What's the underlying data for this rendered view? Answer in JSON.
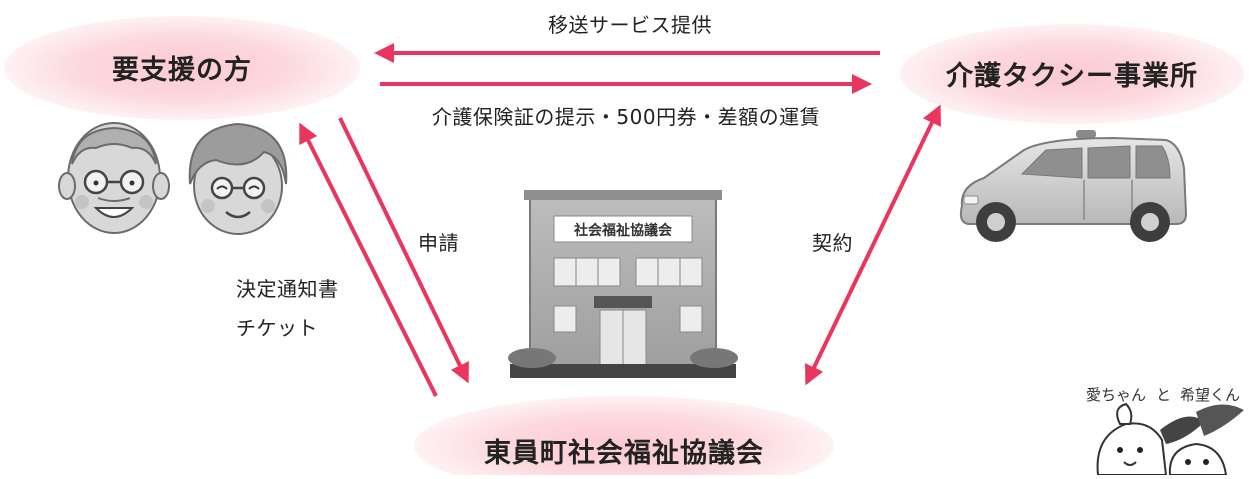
{
  "colors": {
    "arrow": "#e8365f",
    "node_fill_center": "#fbd3d9",
    "node_fill_edge": "#fef0f2",
    "text": "#222222",
    "gray_dark": "#6b6b6b",
    "gray_mid": "#a9a9a9",
    "gray_light": "#d9d9d9"
  },
  "nodes": {
    "client": {
      "label": "要支援の方"
    },
    "taxi": {
      "label": "介護タクシー事業所"
    },
    "council": {
      "label": "東員町社会福祉協議会"
    }
  },
  "edges": {
    "service": {
      "label": "移送サービス提供"
    },
    "payment": {
      "label": "介護保険証の提示・500円券・差額の運賃"
    },
    "apply": {
      "label": "申請"
    },
    "notice": {
      "line1": "決定通知書",
      "line2": "チケット"
    },
    "contract": {
      "label": "契約"
    }
  },
  "building": {
    "sign": "社会福祉協議会"
  },
  "mascot": {
    "caption_ai": "愛ちゃん",
    "caption_to": "と",
    "caption_kibou": "希望くん"
  },
  "icons": [
    "elderly-man-icon",
    "elderly-woman-icon",
    "building-icon",
    "taxi-car-icon",
    "mascot-icon"
  ]
}
